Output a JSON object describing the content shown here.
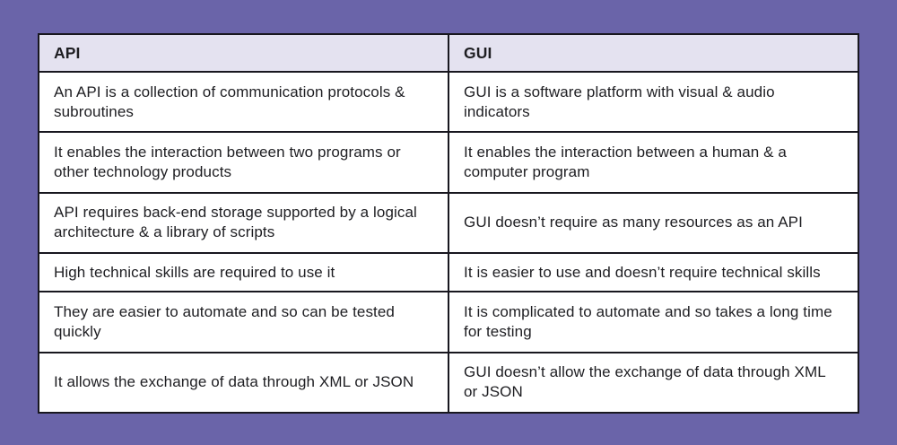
{
  "page": {
    "background_color": "#6A64A9"
  },
  "table": {
    "border_color": "#18171F",
    "header_bg_color": "#E4E2F0",
    "text_color": "#1E1E22",
    "columns": [
      "API",
      "GUI"
    ],
    "rows": [
      {
        "api": "An API is a collection of communication protocols & subroutines",
        "gui": "GUI is a software platform with visual & audio indicators"
      },
      {
        "api": "It enables the interaction between two programs or other technology products",
        "gui": "It enables the interaction between a human & a computer program"
      },
      {
        "api": "API requires back-end storage supported by a logical architecture & a library of scripts",
        "gui": "GUI doesn’t require as many resources as an API"
      },
      {
        "api": "High technical skills are required to use it",
        "gui": "It is easier to use and doesn’t require technical skills"
      },
      {
        "api": "They are easier to automate and so can be tested quickly",
        "gui": "It is complicated to automate and so takes a long time for testing"
      },
      {
        "api": "It allows the exchange of data through XML or JSON",
        "gui": "GUI doesn’t allow the exchange of data through XML or JSON"
      }
    ]
  }
}
